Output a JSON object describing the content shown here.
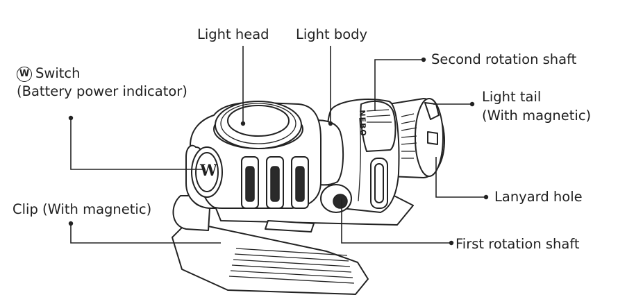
{
  "labels": {
    "light_head": "Light head",
    "light_body": "Light body",
    "switch_icon": "W",
    "switch": "Switch",
    "switch_sub": "(Battery power indicator)",
    "second_shaft": "Second rotation shaft",
    "light_tail": "Light tail",
    "light_tail_sub": "(With magnetic)",
    "lanyard_hole": "Lanyard hole",
    "clip": "Clip (With magnetic)",
    "first_shaft": "First rotation shaft"
  },
  "product": {
    "brand_text": "NEBO",
    "switch_mark": "W"
  }
}
